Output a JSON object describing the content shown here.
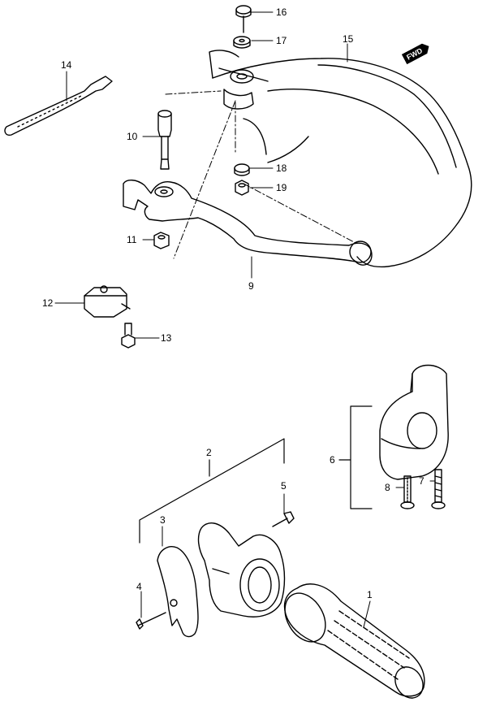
{
  "fwd_label": "FWD",
  "callouts": {
    "c1": "1",
    "c2": "2",
    "c3": "3",
    "c4": "4",
    "c5": "5",
    "c6": "6",
    "c7": "7",
    "c8": "8",
    "c9": "9",
    "c10": "10",
    "c11": "11",
    "c12": "12",
    "c13": "13",
    "c14": "14",
    "c15": "15",
    "c16": "16",
    "c17": "17",
    "c18": "18",
    "c19": "19"
  }
}
